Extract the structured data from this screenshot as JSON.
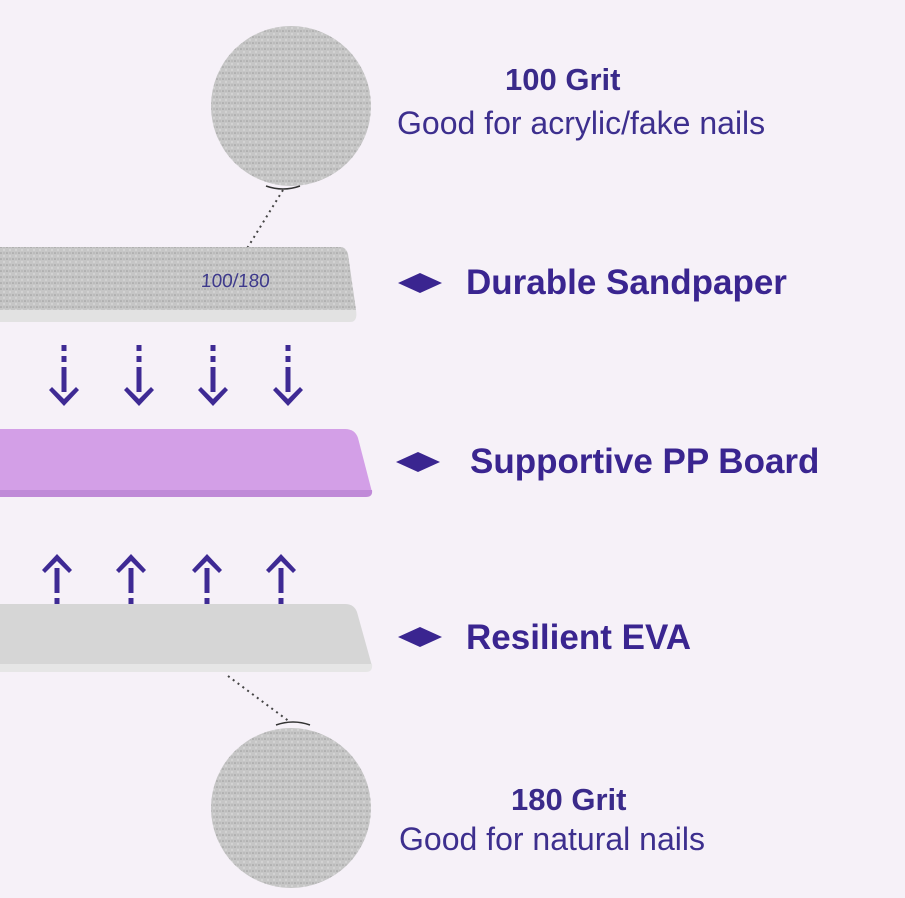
{
  "top_grit": {
    "title": "100 Grit",
    "description": "Good for acrylic/fake nails"
  },
  "bottom_grit": {
    "title": "180 Grit",
    "description": "Good for natural nails"
  },
  "layers": [
    {
      "label": "Durable Sandpaper",
      "color": "#c9c9c9"
    },
    {
      "label": "Supportive PP Board",
      "color": "#d29ee6"
    },
    {
      "label": "Resilient EVA",
      "color": "#d3d3d3"
    }
  ],
  "file_marking": "100/180",
  "colors": {
    "accent": "#3a2590",
    "background": "#f6f1f8"
  }
}
